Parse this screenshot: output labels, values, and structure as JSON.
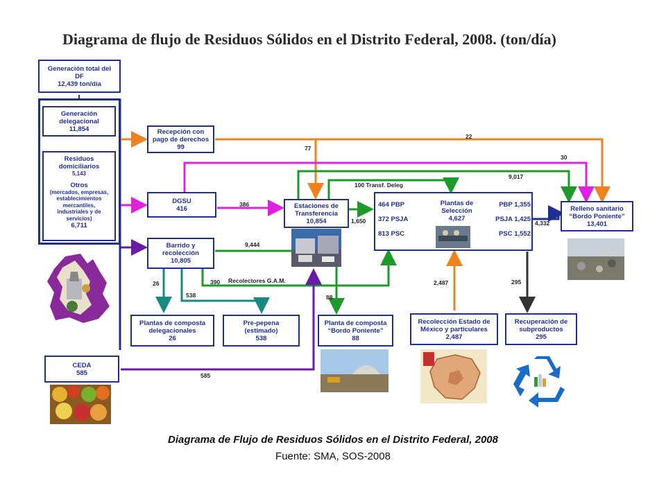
{
  "title": "Diagrama de flujo de Residuos Sólidos en el Distrito Federal,  2008.  (ton/día)",
  "boxes": {
    "generacion_total": [
      "Generación total del",
      "DF",
      "12,439 ton/día"
    ],
    "generacion_delegacional": [
      "Generación",
      "delegacional",
      "11,854"
    ],
    "residuos_domiciliarios": [
      "Residuos",
      "domiciliarios",
      "5,143"
    ],
    "otros_title": "Otros",
    "otros_detail": [
      "(mercados, empresas,",
      "establecimientos",
      "mercantiles,",
      "industriales y de",
      "servicios)"
    ],
    "otros_value": "6,711",
    "ceda": [
      "CEDA",
      "585"
    ],
    "recepcion": [
      "Recepción con",
      "pago de derechos",
      "99"
    ],
    "dgsu": [
      "DGSU",
      "416"
    ],
    "barrido": [
      "Barrido y",
      "recolección",
      "10,805"
    ],
    "estaciones": [
      "Estaciones de",
      "Transferencia",
      "10,854"
    ],
    "plantas_left": [
      "464 PBP",
      "372 PSJA",
      "813 PSC"
    ],
    "plantas_center": [
      "Plantas de",
      "Selección",
      "4,627"
    ],
    "plantas_right": [
      "PBP 1,355",
      "PSJA 1,425",
      "PSC  1,552"
    ],
    "relleno": [
      "Relleno sanitario",
      "“Bordo Poniente”",
      "13,401"
    ],
    "composta_deleg": [
      "Plantas de composta",
      "delegacionales",
      "26"
    ],
    "prepepena": [
      "Pre-pepena",
      "(estimado)",
      "538"
    ],
    "composta_bp": [
      "Planta de composta",
      "“Bordo Poniente”",
      "88"
    ],
    "recoleccion_edomex": [
      "Recolección Estado de",
      "México y particulares",
      "2,487"
    ],
    "recuperacion": [
      "Recuperación de",
      "subproductos",
      "295"
    ]
  },
  "flow_labels": {
    "f22": "22",
    "f77": "77",
    "f30": "30",
    "f9017": "9,017",
    "f100": "100  Transf. Deleg",
    "f386": "386",
    "f1650": "1,650",
    "f4332": "4,332",
    "f9444": "9,444",
    "f390": "390",
    "f_gam": "Recolectores G.A.M.",
    "f26": "26",
    "f538": "538",
    "f88": "88",
    "f2487": "2,487",
    "f295": "295",
    "f585": "585"
  },
  "colors": {
    "box_border": "#1f2f8f",
    "orange": "#f0821e",
    "magenta": "#e020e0",
    "green": "#1e9a2a",
    "purple": "#6a1aa8",
    "teal": "#1a8a80",
    "navy": "#1f2f8f",
    "dark": "#333333"
  },
  "icons": [
    "recycle-icon",
    "mexico-map-image",
    "landfill-photo",
    "compost-plant-photo",
    "transfer-station-photo",
    "city-map-photo",
    "fruits-photo",
    "selection-plant-photo"
  ],
  "caption": "Diagrama de Flujo de Residuos Sólidos en el Distrito Federal, 2008",
  "source": "Fuente: SMA, SOS-2008"
}
